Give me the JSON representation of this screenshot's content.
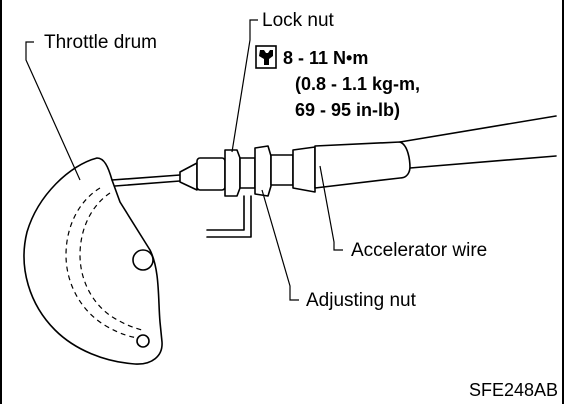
{
  "labels": {
    "throttle_drum": "Throttle drum",
    "lock_nut": "Lock nut",
    "torque_line1": "8 - 11 N•m",
    "torque_line2": "(0.8 - 1.1 kg-m,",
    "torque_line3": "69 - 95 in-lb)",
    "accelerator_wire": "Accelerator wire",
    "adjusting_nut": "Adjusting nut"
  },
  "figure_code": "SFE248AB",
  "icons": {
    "torque": "torque-wrench-icon"
  },
  "colors": {
    "ink": "#000000",
    "background": "#ffffff"
  }
}
